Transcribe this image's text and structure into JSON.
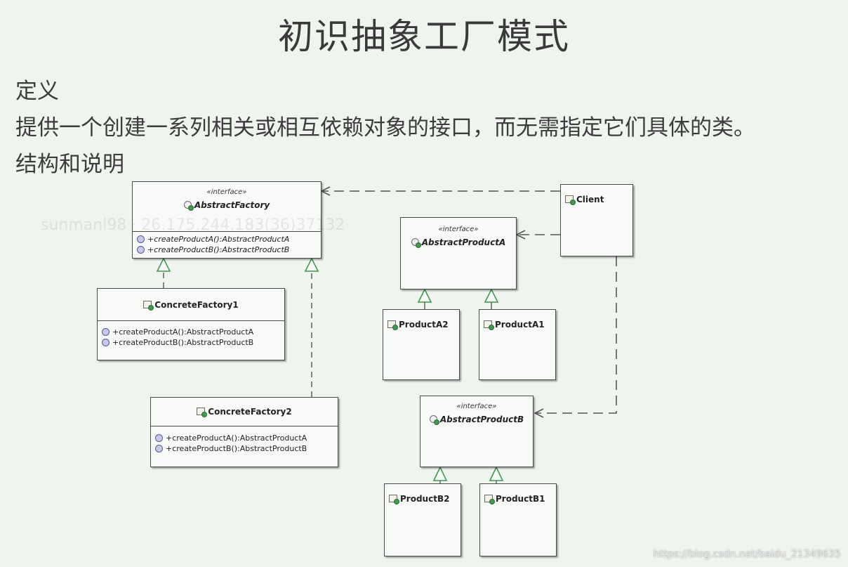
{
  "title": "初识抽象工厂模式",
  "section_definition": "定义",
  "definition_text": "提供一个创建一系列相关或相互依赖对象的接口，而无需指定它们具体的类。",
  "section_structure": "结构和说明",
  "watermark": "sunmanl98 · 26.175.244.183(36)37132",
  "source_credit": "https://blog.csdn.net/baidu_21349635",
  "diagram": {
    "abstract_factory": {
      "stereotype": "«interface»",
      "name": "AbstractFactory",
      "ops": [
        "+createProductA():AbstractProductA",
        "+createProductB():AbstractProductB"
      ]
    },
    "concrete_factory_1": {
      "name": "ConcreteFactory1",
      "ops": [
        "+createProductA():AbstractProductA",
        "+createProductB():AbstractProductB"
      ]
    },
    "concrete_factory_2": {
      "name": "ConcreteFactory2",
      "ops": [
        "+createProductA():AbstractProductA",
        "+createProductB():AbstractProductB"
      ]
    },
    "client": {
      "name": "Client"
    },
    "abstract_product_a": {
      "stereotype": "«interface»",
      "name": "AbstractProductA"
    },
    "abstract_product_b": {
      "stereotype": "«interface»",
      "name": "AbstractProductB"
    },
    "product_a2": {
      "name": "ProductA2"
    },
    "product_a1": {
      "name": "ProductA1"
    },
    "product_b2": {
      "name": "ProductB2"
    },
    "product_b1": {
      "name": "ProductB1"
    }
  }
}
